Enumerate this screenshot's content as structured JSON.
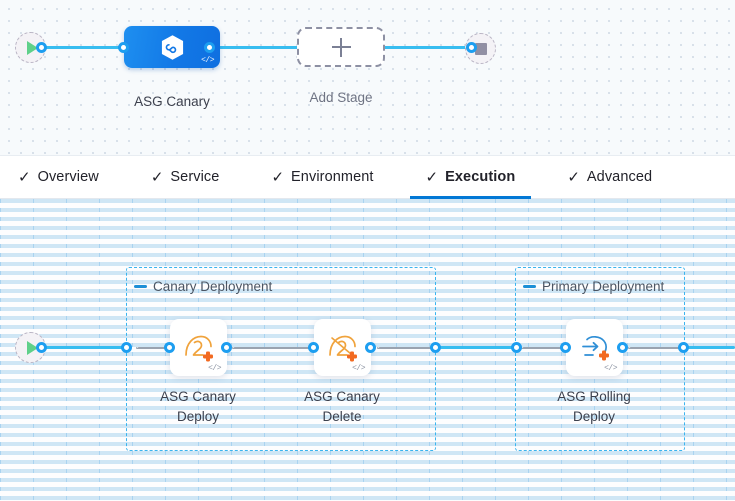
{
  "colors": {
    "accent_blue": "#0278d5",
    "wire_blue": "#37bdf0",
    "port_blue": "#1d9ef0",
    "group_border": "#3ab4ef",
    "stage_gradient_from": "#1e8ff0",
    "stage_gradient_to": "#0f6fe0",
    "play_green": "#5fd08a",
    "stop_gray": "#918fa3",
    "asg_orange": "#f0a33c",
    "asg_plus_orange": "#f26a21",
    "asg_blue": "#2f8fd6",
    "canvas_top_bg": "#f7fafc",
    "canvas_bottom_bg": "#fdfdfe",
    "tabbar_bg": "#ffffff"
  },
  "stage_canvas": {
    "start_node": {
      "name": "pipeline-start",
      "icon": "play-icon"
    },
    "end_node": {
      "name": "pipeline-end",
      "icon": "stop-square-icon"
    },
    "stages": [
      {
        "label": "ASG Canary",
        "icon": "infinity-hexagon-icon",
        "code_glyph": "</>",
        "selected": true
      }
    ],
    "add_stage": {
      "label": "Add Stage",
      "icon": "plus-icon"
    }
  },
  "tabs": {
    "items": [
      {
        "label": "Overview",
        "icon": "check-icon",
        "active": false
      },
      {
        "label": "Service",
        "icon": "check-icon",
        "active": false
      },
      {
        "label": "Environment",
        "icon": "check-icon",
        "active": false
      },
      {
        "label": "Execution",
        "icon": "check-icon",
        "active": true
      },
      {
        "label": "Advanced",
        "icon": "check-icon",
        "active": false
      }
    ],
    "check_glyph": "✓"
  },
  "step_canvas": {
    "start_node": {
      "name": "execution-start",
      "icon": "play-icon"
    },
    "groups": [
      {
        "label": "Canary Deployment",
        "steps": [
          {
            "label": "ASG Canary\nDeploy",
            "icon": "asg-canary-deploy-icon",
            "code_glyph": "</>"
          },
          {
            "label": "ASG Canary\nDelete",
            "icon": "asg-canary-delete-icon",
            "code_glyph": "</>"
          }
        ]
      },
      {
        "label": "Primary Deployment",
        "steps": [
          {
            "label": "ASG Rolling\nDeploy",
            "icon": "asg-rolling-deploy-icon",
            "code_glyph": "</>"
          }
        ]
      }
    ]
  }
}
